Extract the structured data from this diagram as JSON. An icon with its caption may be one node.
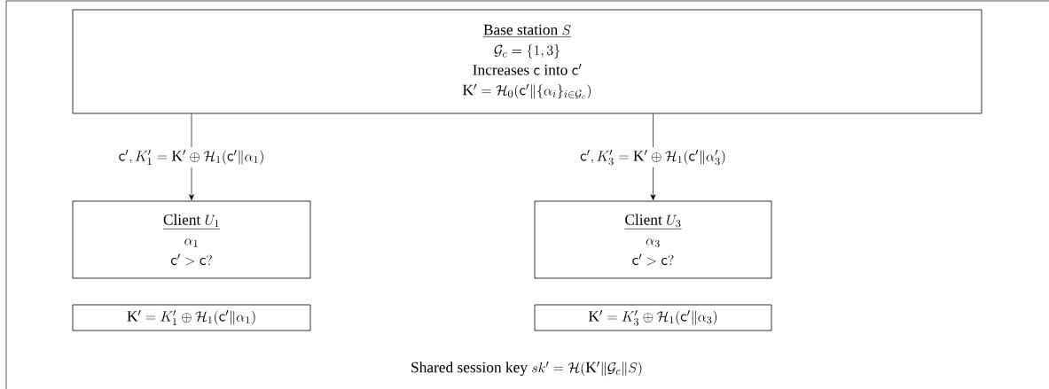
{
  "diagram": {
    "nodes": [
      {
        "text": [
          "\\text{Base station }S",
          "\\mathcal{G}_c=\\{1,3\\}",
          "\\text{Increases }\\mathsf{c}\\text{ into }\\mathsf{c}'",
          "\\mathrm{K}'=\\mathcal{H}_0(\\mathsf{c}'\\|\\{\\alpha_i\\}_{i\\in\\mathcal{G}_c})"
        ]
      },
      {
        "text": [
          "\\text{Client }U_1",
          "\\alpha_1",
          "\\mathsf{c}'>\\mathsf{c}?"
        ]
      },
      {
        "text": [
          "\\text{Client }U_3",
          "\\alpha_3",
          "\\mathsf{c}'>\\mathsf{c}?"
        ]
      },
      {
        "text": [
          "\\mathrm{K}'=K_1'\\oplus\\mathcal{H}_1(\\mathsf{c}'\\|\\alpha_1)"
        ]
      },
      {
        "text": [
          "\\mathrm{K}'=K_3'\\oplus\\mathcal{H}_1(\\mathsf{c}'\\|\\alpha_3)"
        ]
      }
    ],
    "edges": [
      {
        "from": 0,
        "to": 1,
        "arrow": "to",
        "label": "\\mathsf{c}',K_1'=\\mathrm{K}'\\oplus\\mathcal{H}_1(\\mathsf{c}'\\|\\alpha_1)"
      },
      {
        "from": 0,
        "to": 2,
        "arrow": "to",
        "label": "\\mathsf{c}',K_3'=\\mathrm{K}'\\oplus\\mathcal{H}_1(\\mathsf{c}'\\|\\alpha_3')"
      }
    ],
    "labels": [
      "\\text{Shared session key }sk'=\\mathcal{H}(\\mathrm{K}'\\|\\mathcal{G}_c\\|S)"
    ]
  }
}
